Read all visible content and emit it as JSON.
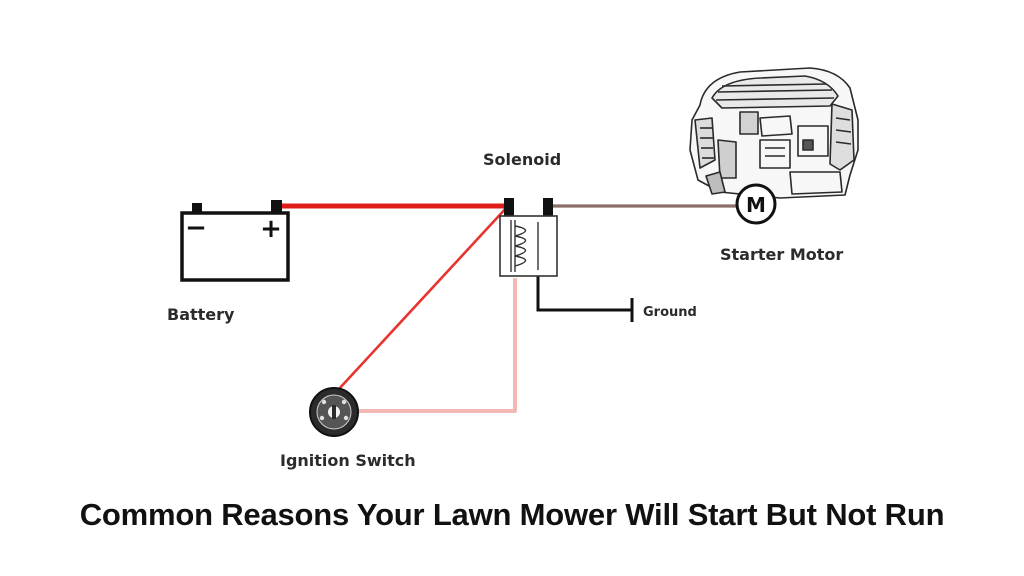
{
  "labels": {
    "solenoid": "Solenoid",
    "starter_motor": "Starter Motor",
    "battery": "Battery",
    "ground": "Ground",
    "ignition_switch": "Ignition Switch",
    "battery_negative": "−",
    "battery_positive": "+",
    "motor_symbol": "M"
  },
  "caption": "Common Reasons Your Lawn Mower Will Start But Not Run",
  "colors": {
    "battery_wire": "#e01b1b",
    "ignition_wire": "#e8342e",
    "solenoid_trigger_wire": "#f3b9b7",
    "motor_wire": "#8a6e6a",
    "ground_wire": "#111111",
    "outline": "#111111"
  },
  "icons": [
    "battery-icon",
    "solenoid-icon",
    "ground-symbol-icon",
    "starter-motor-icon",
    "engine-icon",
    "ignition-switch-icon"
  ]
}
